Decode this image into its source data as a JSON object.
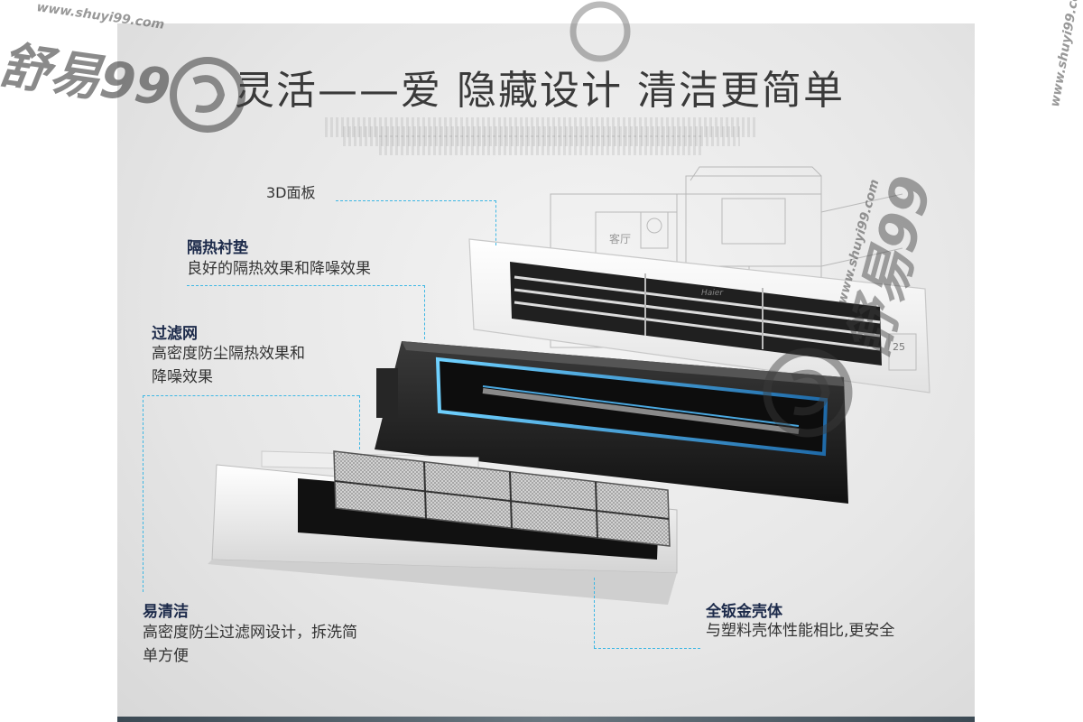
{
  "headline": "灵活——爱  隐藏设计 清洁更简单",
  "labels": {
    "panel_3d": "3D面板",
    "insulation_title": "隔热衬垫",
    "insulation_desc": "良好的隔热效果和降噪效果",
    "filter_title": "过滤网",
    "filter_desc_line1": "高密度防尘隔热效果和",
    "filter_desc_line2": "降噪效果",
    "clean_title": "易清洁",
    "clean_desc_line1": "高密度防尘过滤网设计，拆洗简",
    "clean_desc_line2": "单方便",
    "shell_title": "全钣金壳体",
    "shell_desc": "与塑料壳体性能相比,更安全"
  },
  "product": {
    "brand_mark": "Haier",
    "display_reading": "25",
    "blueprint_room_label": "客厅"
  },
  "watermarks": {
    "url": "www.shuyi99.com",
    "brand": "舒易99"
  },
  "colors": {
    "accent_dash": "#3db7e4",
    "title_navy": "#1c2a4a",
    "unit_dark": "#1a1a1a",
    "panel_white": "#f7f7f7"
  }
}
